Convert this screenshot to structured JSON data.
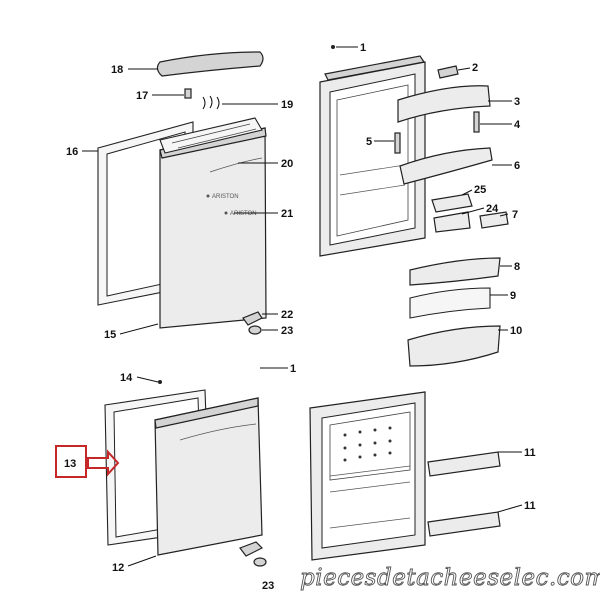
{
  "callouts": {
    "c1_top": "1",
    "c2": "2",
    "c3": "3",
    "c4": "4",
    "c5": "5",
    "c6": "6",
    "c7": "7",
    "c8": "8",
    "c9": "9",
    "c10": "10",
    "c11_a": "11",
    "c11_b": "11",
    "c12": "12",
    "c13": "13",
    "c14": "14",
    "c15": "15",
    "c16": "16",
    "c17": "17",
    "c18": "18",
    "c19": "19",
    "c20": "20",
    "c21": "21",
    "c22": "22",
    "c23_a": "23",
    "c23_b": "23",
    "c24": "24",
    "c25": "25",
    "c1_bottom": "1"
  },
  "door_branding": {
    "brand_a": "ARISTON",
    "brand_b": "ARISTON"
  },
  "watermark": "piecesdetacheeselec.com",
  "colors": {
    "highlight": "#c62828",
    "line": "#222222",
    "fill": "#ececec"
  }
}
